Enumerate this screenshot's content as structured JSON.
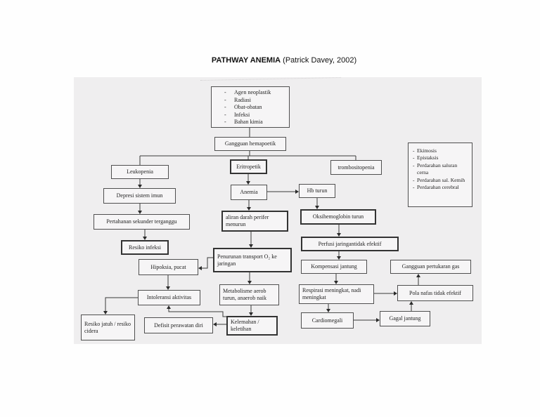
{
  "title": {
    "main": "PATHWAY ANEMIA",
    "credit": "(Patrick Davey, 2002)"
  },
  "bullet": {
    "dash": "-"
  },
  "nodes": {
    "causes": {
      "items": [
        "Agen neoplastik",
        "Radiasi",
        "Obat-obatan",
        "Infeksi",
        "Bahan kimia"
      ]
    },
    "gangguan_hemapoetik": {
      "label": "Gangguan hemapoetik"
    },
    "leukopenia": {
      "label": "Leukopenia"
    },
    "eritropetik": {
      "label": "Eritropetik"
    },
    "trombositopenia": {
      "label": "trombositopenia"
    },
    "bleeding": {
      "items": [
        "Ekimosis",
        "Epistaksis",
        "Perdarahan saluran cerna",
        "Perdarahan sal. Kemih",
        "Perdarahan cerebral"
      ]
    },
    "depresi": {
      "label": "Depresi sistem imun"
    },
    "pertahanan": {
      "label": "Pertahanan sekunder terganggu"
    },
    "resiko_infeksi": {
      "label": "Resiko infeksi"
    },
    "anemia": {
      "label": "Anemia"
    },
    "hb_turun": {
      "label": "Hb turun"
    },
    "aliran_darah": {
      "label": "aliran darah perifer menurun"
    },
    "oksihemoglobin": {
      "label": "Oksihemoglobin turun"
    },
    "perfusi": {
      "label": "Perfusi jaringantidak efektif"
    },
    "penurunan_transport": {
      "label": "Penurunan transport O₂ ke jaringan"
    },
    "hipoksia": {
      "label": "Hipoksia, pucat"
    },
    "kompensasi": {
      "label": "Kompensasi jantung"
    },
    "gangguan_pertukaran": {
      "label": "Gangguan pertukaran gas"
    },
    "metabolisme": {
      "label": "Metabolisme aerob turun, anaerob naik"
    },
    "intoleransi": {
      "label": "Intoleransi aktivitas"
    },
    "respirasi": {
      "label": "Respirasi meningkat, nadi meningkat"
    },
    "pola_nafas": {
      "label": "Pola nafas tidak efektif"
    },
    "resiko_jatuh": {
      "label": "Resiko jatuh / resiko cidera"
    },
    "defisit": {
      "label": "Defisit perawatan diri"
    },
    "kelemahan": {
      "label": "Kelemahan / keletihan"
    },
    "cardiomegali": {
      "label": "Cardiomegali"
    },
    "gagal_jantung": {
      "label": "Gagal jantung"
    }
  },
  "colors": {
    "panel_bg": "#efeeef",
    "line": "#3a3a3a",
    "box_border": "#4f4f4f",
    "text": "#1e1e1e"
  }
}
